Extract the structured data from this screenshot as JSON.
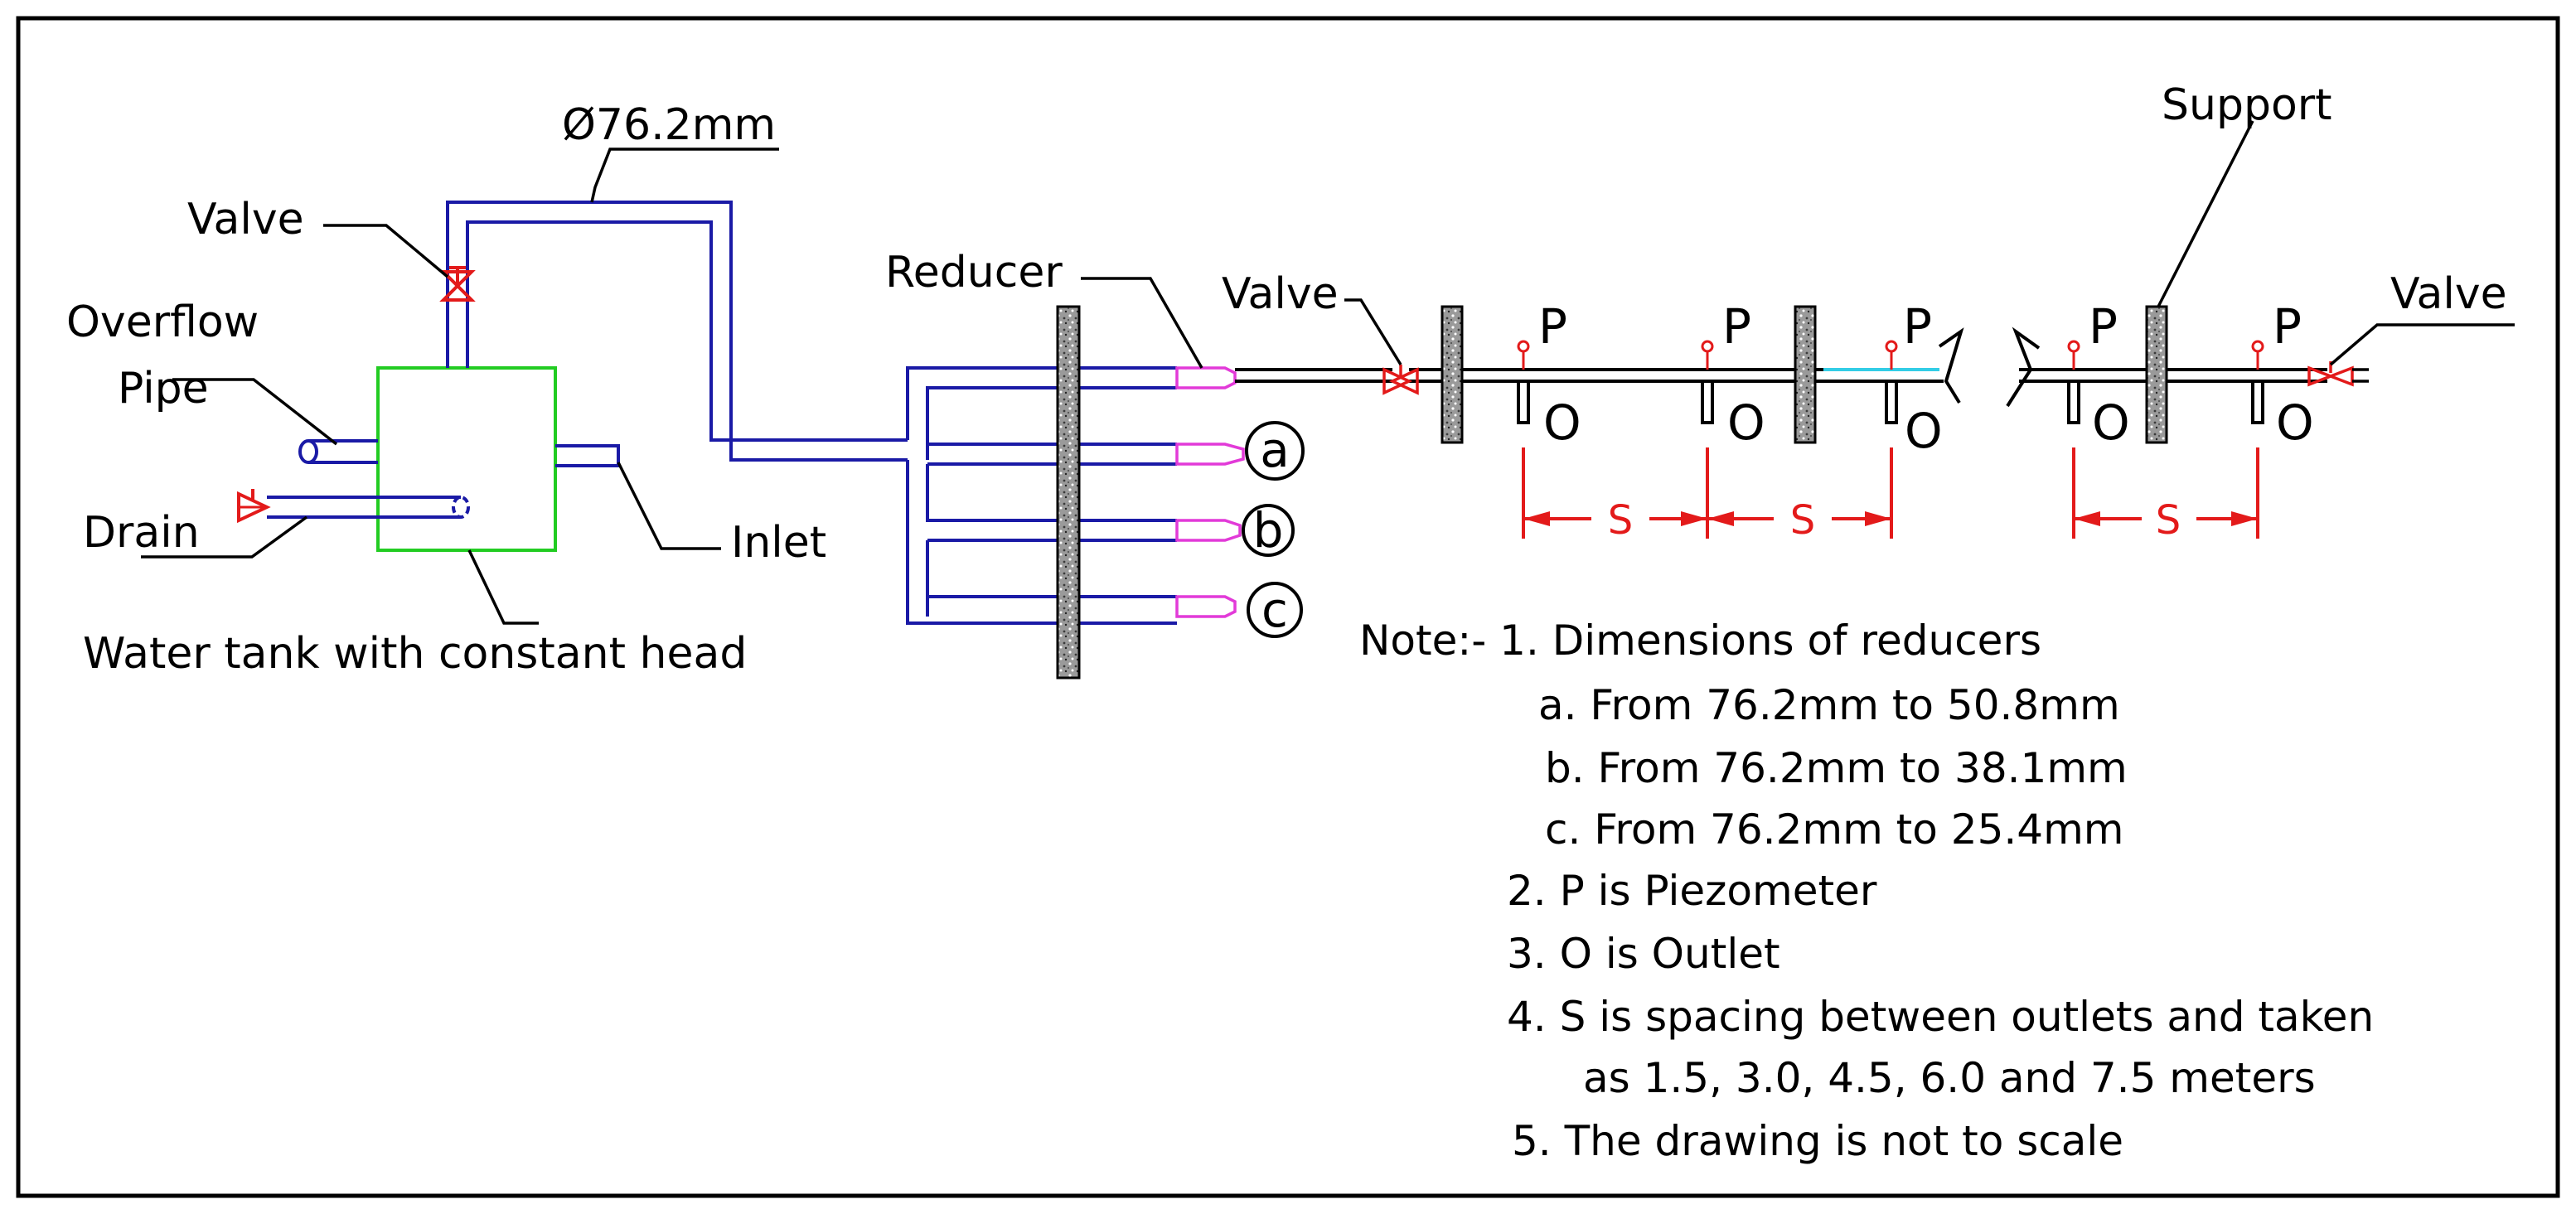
{
  "labels": {
    "pipe_diameter": "Ø76.2mm",
    "valve": "Valve",
    "overflow_line1": "Overflow",
    "overflow_line2": "Pipe",
    "drain": "Drain",
    "inlet": "Inlet",
    "tank": "Water tank with constant head",
    "reducer": "Reducer",
    "valve_mid": "Valve",
    "valve_right": "Valve",
    "support": "Support",
    "reducer_a": "a",
    "reducer_b": "b",
    "reducer_c": "c",
    "piezometer": "P",
    "outlet": "O",
    "spacing": "S"
  },
  "notes": {
    "header": "Note:- 1. Dimensions of reducers",
    "a": "a. From 76.2mm to 50.8mm",
    "b": "b. From 76.2mm to 38.1mm",
    "c": "c. From 76.2mm to 25.4mm",
    "n2": "2. P is Piezometer",
    "n3": "3. O is  Outlet",
    "n4a": "4. S is  spacing between outlets and taken",
    "n4b": "as 1.5, 3.0, 4.5, 6.0 and 7.5 meters",
    "n5": "5. The drawing is not to scale"
  },
  "colors": {
    "pipe": "#1a1aa6",
    "tank": "#22cc22",
    "valve": "#e31a1a",
    "reducer": "#e23ad8",
    "dimension": "#e31a1a",
    "support_fill": "#8a8a8a",
    "cyan_segment": "#33cde6"
  }
}
